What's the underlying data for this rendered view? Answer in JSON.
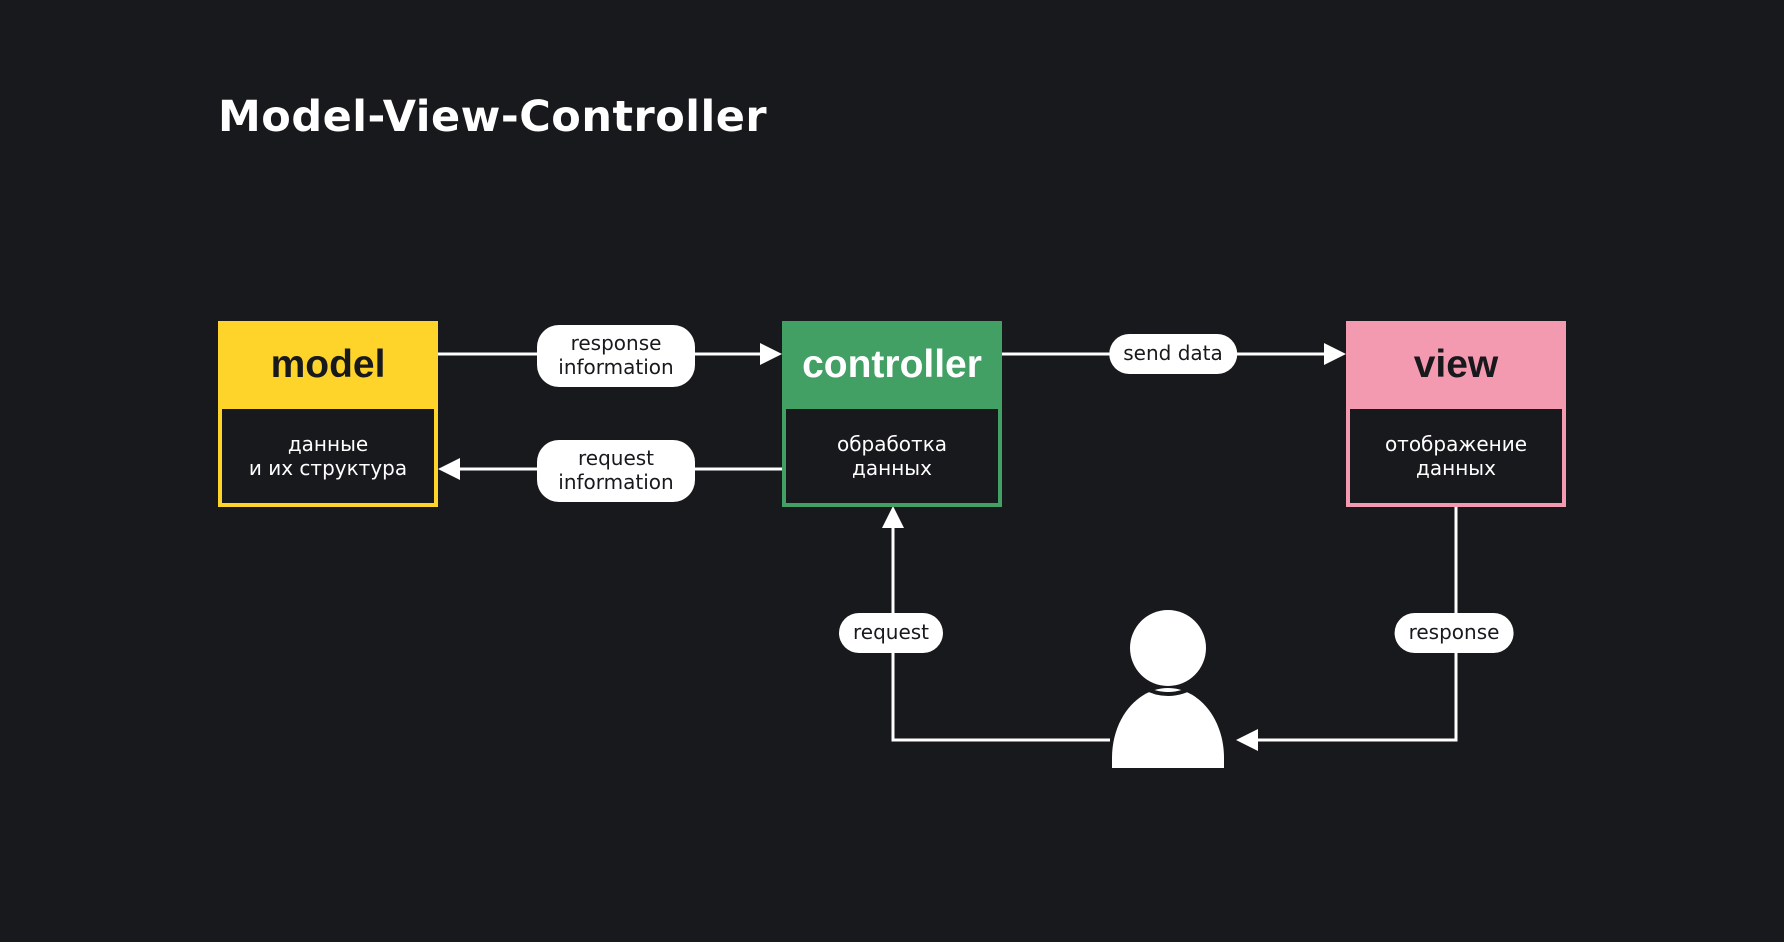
{
  "title": "Model-View-Controller",
  "colors": {
    "background": "#18191c",
    "model": "#ffd42a",
    "controller": "#43a065",
    "view": "#f49ab0",
    "line": "#ffffff"
  },
  "nodes": {
    "model": {
      "name": "model",
      "description": "данные\nи их структура"
    },
    "controller": {
      "name": "controller",
      "description": "обработка\nданных"
    },
    "view": {
      "name": "view",
      "description": "отображение\nданных"
    }
  },
  "edges": {
    "model_to_controller": "response\ninformation",
    "controller_to_model": "request\ninformation",
    "controller_to_view": "send data",
    "user_to_controller": "request",
    "view_to_user": "response"
  },
  "icons": {
    "user": "person-icon"
  }
}
